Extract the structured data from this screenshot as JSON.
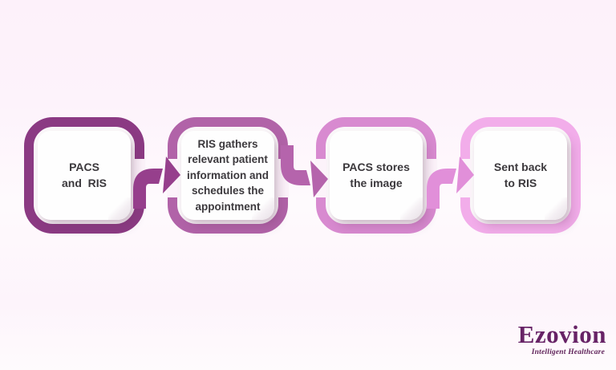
{
  "diagram": {
    "title_visible": false,
    "text_color": "#3c393d",
    "background_color": "#fdf3fb"
  },
  "flow": {
    "steps": [
      {
        "label": "PACS\nand  RIS",
        "border_color": "#8b3a83"
      },
      {
        "label": "RIS gathers\nrelevant patient\ninformation and\nschedules the\nappointment",
        "border_color": "#b163a8"
      },
      {
        "label": "PACS stores\nthe image",
        "border_color": "#d88ad0"
      },
      {
        "label": "Sent back\nto RIS",
        "border_color": "#f2adea"
      }
    ],
    "arrows": [
      {
        "color": "#963f8c",
        "direction": "up"
      },
      {
        "color": "#b564ac",
        "direction": "down"
      },
      {
        "color": "#e18fd9",
        "direction": "up"
      }
    ]
  },
  "logo": {
    "wordmark": "Ezovion",
    "tagline": "Intelligent Healthcare",
    "wordmark_color": "#672366",
    "tagline_color": "#5f2259"
  }
}
